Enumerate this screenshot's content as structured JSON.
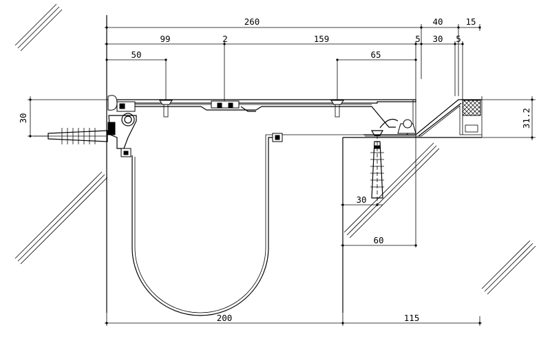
{
  "dimensions": {
    "top_overall": "260",
    "top_right_a": "40",
    "top_right_b": "15",
    "mid_left": "99",
    "mid_gap": "2",
    "mid_right": "159",
    "small_5_left": "5",
    "small_30": "30",
    "small_5_right": "5",
    "anchor_left": "50",
    "anchor_right": "65",
    "left_height": "30",
    "right_height": "31.2",
    "depth_30": "30",
    "depth_60": "60",
    "bottom_left": "200",
    "bottom_right": "115"
  },
  "colors": {
    "line": "#000000",
    "background": "#ffffff"
  }
}
